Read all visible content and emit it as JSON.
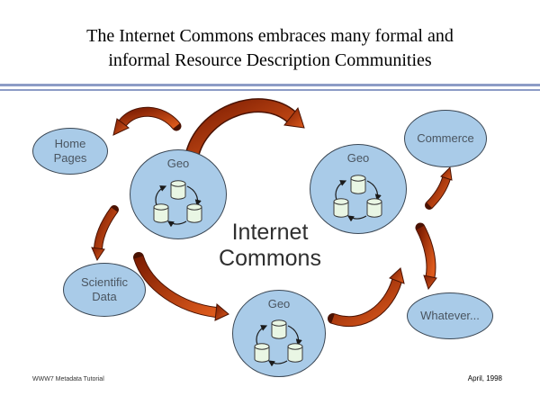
{
  "slide": {
    "title": {
      "line1": "The Internet Commons embraces many formal and",
      "line2": "informal Resource Description Communities"
    },
    "center_label": "Internet Commons",
    "footer": {
      "left": "WWW7 Metadata Tutorial",
      "right": "April, 1998"
    }
  },
  "nodes": {
    "home_pages": {
      "label": "Home Pages"
    },
    "commerce": {
      "label": "Commerce"
    },
    "scientific_data": {
      "label": "Scientific Data"
    },
    "whatever": {
      "label": "Whatever..."
    },
    "geo_left": {
      "label": "Geo"
    },
    "geo_right": {
      "label": "Geo"
    },
    "geo_bottom": {
      "label": "Geo"
    }
  },
  "colors": {
    "ellipse_fill": "#a9cbe8",
    "arrow_red": "#c03a14",
    "cylinder_fill": "#e9f6e4",
    "divider_line": "#8d9cc6"
  }
}
